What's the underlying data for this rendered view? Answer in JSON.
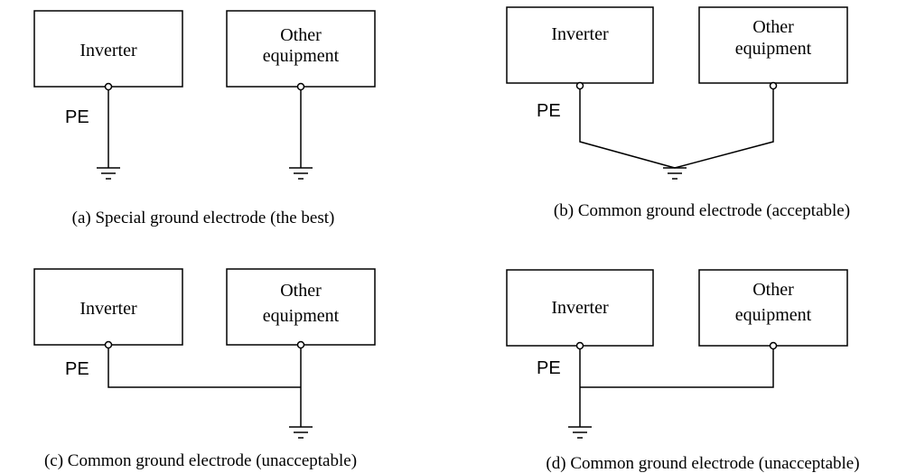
{
  "labels": {
    "inverter": "Inverter",
    "other_line1": "Other",
    "other_line2": "equipment",
    "pe": "PE"
  },
  "captions": {
    "a": "(a) Special ground electrode (the best)",
    "b": "(b) Common ground electrode (acceptable)",
    "c": "(c) Common ground electrode (unacceptable)",
    "d": "(d) Common ground electrode (unacceptable)"
  }
}
